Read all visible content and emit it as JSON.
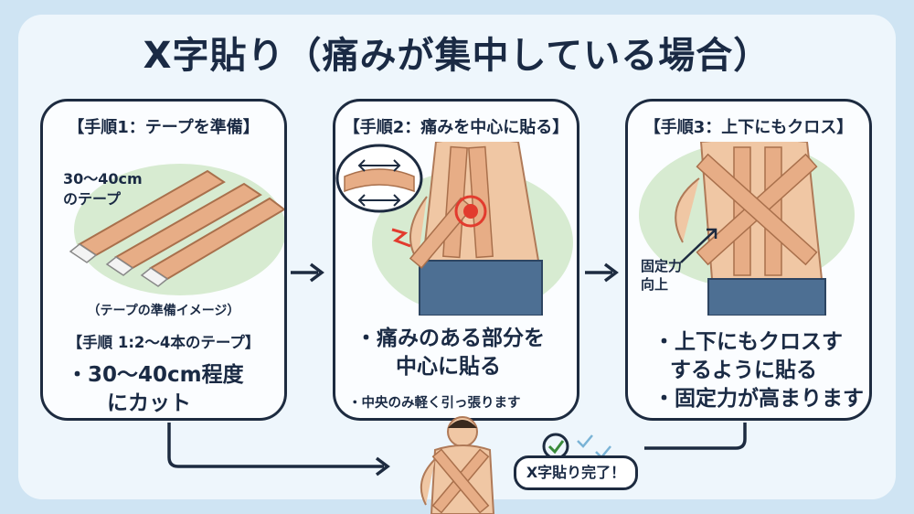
{
  "title": "X字貼り（痛みが集中している場合）",
  "panels": [
    {
      "header": "【手順1：テープを準備】",
      "tape_label_line1": "30～40cm",
      "tape_label_line2": "のテープ",
      "caption": "（テープの準備イメージ）",
      "step_label": "【手順 1:2～4本のテープ】",
      "bullet_line1": "・30～40cm程度",
      "bullet_line2": "にカット"
    },
    {
      "header": "【手順2：痛みを中心に貼る】",
      "bullet_line1": "・痛みのある部分を",
      "bullet_line2": "中心に貼る",
      "sub_note": "・中央のみ軽く引っ張ります"
    },
    {
      "header": "【手順3：上下にもクロス】",
      "fix_label_line1": "固定力",
      "fix_label_line2": "向上",
      "bullet_line1": "・上下にもクロスす",
      "bullet_line2": "するように貼る",
      "bullet_line3": "・固定力が高まります"
    }
  ],
  "completion_bubble": "X字貼り完了！",
  "colors": {
    "background": "#cfe4f3",
    "panel_border": "#1d2b40",
    "tape": "#e7ad86",
    "skin": "#f0c7a4",
    "pants": "#4d6f93",
    "accent_green": "#cfe8c8",
    "pain_red": "#e23b2e",
    "arrow": "#1d2b40"
  }
}
